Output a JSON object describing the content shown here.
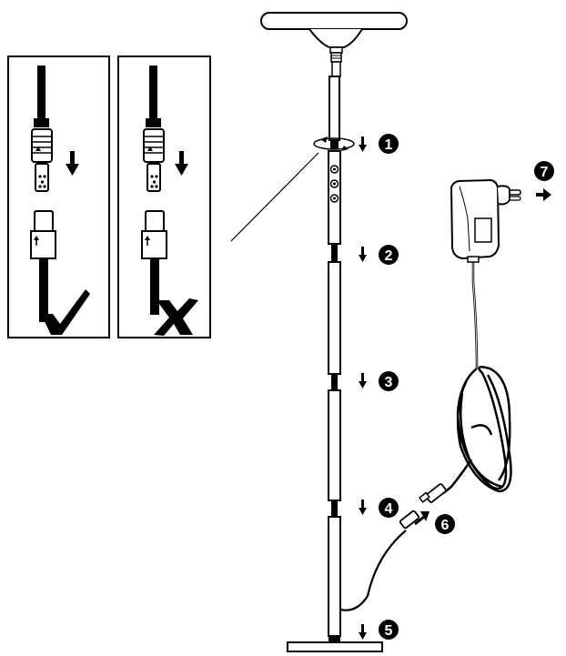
{
  "steps": [
    {
      "number": "1"
    },
    {
      "number": "2"
    },
    {
      "number": "3"
    },
    {
      "number": "4"
    },
    {
      "number": "5"
    },
    {
      "number": "6"
    },
    {
      "number": "7"
    }
  ],
  "inset_panels": [
    {
      "result": "correct",
      "mark_icon": "check-mark-icon"
    },
    {
      "result": "incorrect",
      "mark_icon": "x-mark-icon"
    }
  ],
  "colors": {
    "ink": "#000000",
    "paper": "#ffffff",
    "shade": "#cfcfcf"
  }
}
